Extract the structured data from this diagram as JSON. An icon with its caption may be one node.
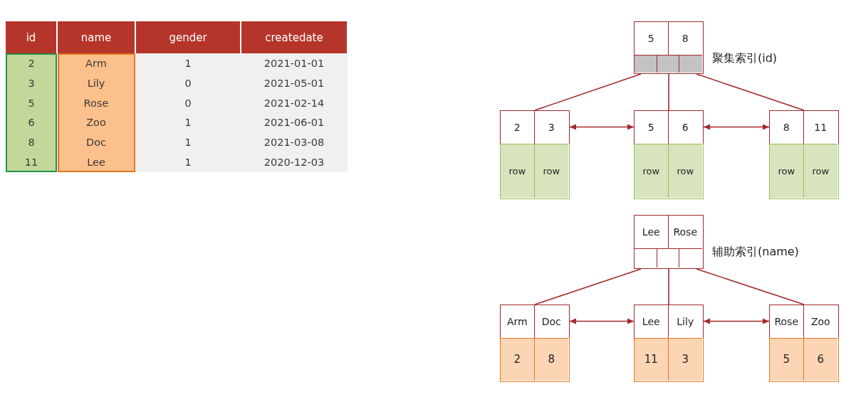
{
  "diagram": {
    "nodes": [
      {
        "text": [
          "5",
          "8"
        ],
        "beside": [
          "聚集索引(id)"
        ]
      },
      {
        "text": [
          "2",
          "3",
          "row",
          "row"
        ]
      },
      {
        "text": [
          "5",
          "6",
          "row",
          "row"
        ]
      },
      {
        "text": [
          "8",
          "11",
          "row",
          "row"
        ]
      },
      {
        "text": [
          "Lee",
          "Rose"
        ],
        "beside": [
          "辅助索引(name)"
        ]
      },
      {
        "text": [
          "Arm",
          "Doc",
          "2",
          "8"
        ]
      },
      {
        "text": [
          "Lee",
          "Lily",
          "11",
          "3"
        ]
      },
      {
        "text": [
          "Rose",
          "Zoo",
          "5",
          "6"
        ]
      }
    ],
    "edges": [
      {
        "from": 0,
        "to": 1,
        "arrow": "none"
      },
      {
        "from": 0,
        "to": 2,
        "arrow": "none"
      },
      {
        "from": 0,
        "to": 3,
        "arrow": "none"
      },
      {
        "from": 1,
        "to": 2,
        "arrow": "both"
      },
      {
        "from": 2,
        "to": 3,
        "arrow": "both"
      },
      {
        "from": 4,
        "to": 5,
        "arrow": "none"
      },
      {
        "from": 4,
        "to": 6,
        "arrow": "none"
      },
      {
        "from": 4,
        "to": 7,
        "arrow": "none"
      },
      {
        "from": 5,
        "to": 6,
        "arrow": "both"
      },
      {
        "from": 6,
        "to": 7,
        "arrow": "both"
      }
    ],
    "labels": [
      "id",
      "name",
      "gender",
      "createdate",
      "2",
      "Arm",
      "1",
      "2021-01-01",
      "3",
      "Lily",
      "0",
      "2021-05-01",
      "5",
      "Rose",
      "0",
      "2021-02-14",
      "6",
      "Zoo",
      "1",
      "2021-06-01",
      "8",
      "Doc",
      "1",
      "2021-03-08",
      "11",
      "Lee",
      "1",
      "2020-12-03"
    ]
  }
}
